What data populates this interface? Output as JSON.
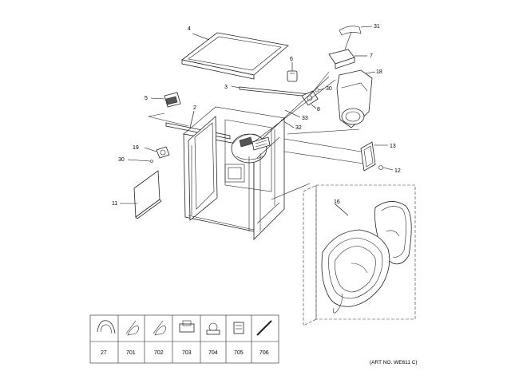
{
  "callouts": {
    "c4": "4",
    "c6": "6",
    "c31": "31",
    "c7": "7",
    "c18": "18",
    "c3": "3",
    "c5": "5",
    "c30a": "30",
    "c8": "8",
    "c2": "2",
    "c33": "33",
    "c32": "32",
    "c19": "19",
    "c30b": "30",
    "c13": "13",
    "c12": "12",
    "c11": "11",
    "c16": "16"
  },
  "legend": [
    {
      "number": "27",
      "icon": "hose-clamp-icon"
    },
    {
      "number": "701",
      "icon": "wire-tie-icon"
    },
    {
      "number": "702",
      "icon": "wire-tie-icon"
    },
    {
      "number": "703",
      "icon": "clip-icon"
    },
    {
      "number": "704",
      "icon": "cable-clamp-icon"
    },
    {
      "number": "705",
      "icon": "clip-icon"
    },
    {
      "number": "706",
      "icon": "wire-icon"
    }
  ],
  "art_number": "(ART NO. WE611 C)"
}
